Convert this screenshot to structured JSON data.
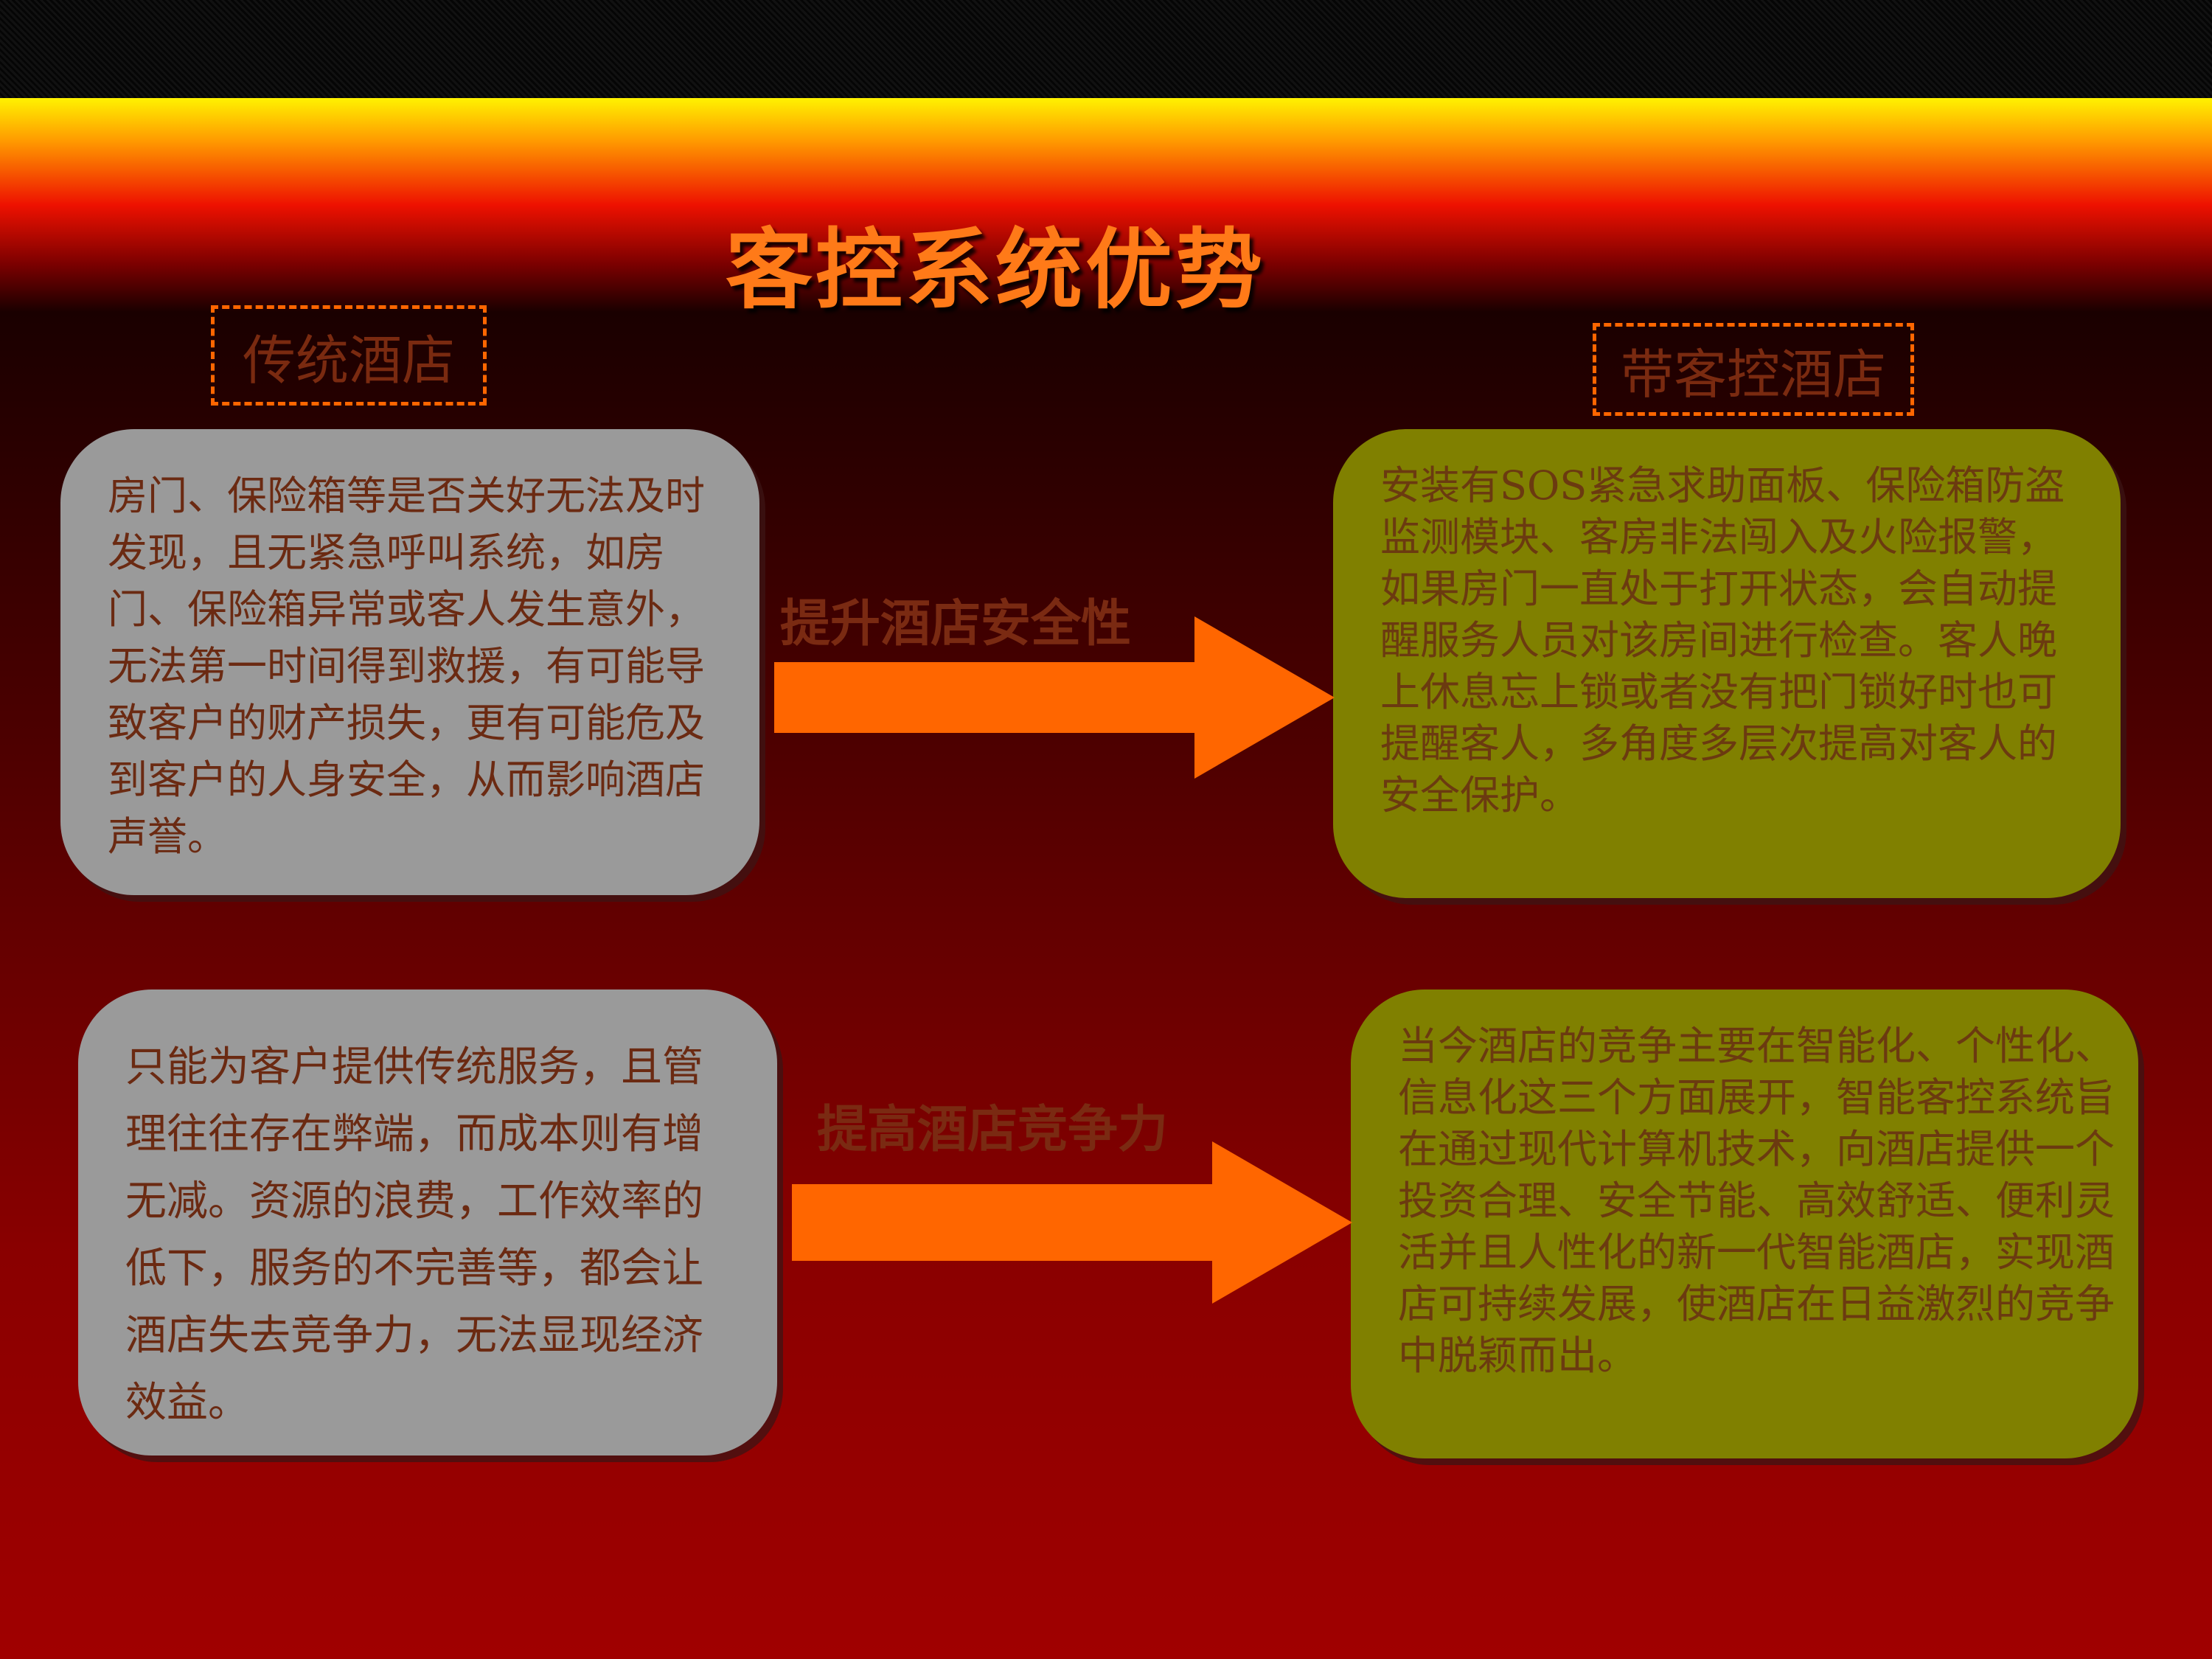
{
  "slide": {
    "title": "客控系统优势",
    "left_heading": "传统酒店",
    "right_heading": "带客控酒店",
    "rows": [
      {
        "traditional": "房门、保险箱等是否关好无法及时发现，且无紧急呼叫系统，如房门、保险箱异常或客人发生意外，无法第一时间得到救援，有可能导致客户的财产损失，更有可能危及到客户的人身安全，从而影响酒店声誉。",
        "arrow_label": "提升酒店安全性",
        "smart": "安装有SOS紧急求助面板、保险箱防盗监测模块、客房非法闯入及火险报警，如果房门一直处于打开状态，会自动提醒服务人员对该房间进行检查。客人晚上休息忘上锁或者没有把门锁好时也可提醒客人，多角度多层次提高对客人的安全保护。"
      },
      {
        "traditional": "只能为客户提供传统服务，且管理往往存在弊端，而成本则有增无减。资源的浪费，工作效率的低下，服务的不完善等，都会让酒店失去竞争力，无法显现经济效益。",
        "arrow_label": "提高酒店竞争力",
        "smart": "当今酒店的竞争主要在智能化、个性化、信息化这三个方面展开，智能客控系统旨在通过现代计算机技术，向酒店提供一个投资合理、安全节能、高效舒适、便利灵活并且人性化的新一代智能酒店，实现酒店可持续发展，使酒店在日益激烈的竞争中脱颖而出。"
      }
    ]
  },
  "colors": {
    "title": "#ff7a18",
    "arrow": "#ff6600",
    "traditional_box": "#9a9a9a",
    "smart_box": "#808000",
    "body_text": "#6b2a12"
  }
}
